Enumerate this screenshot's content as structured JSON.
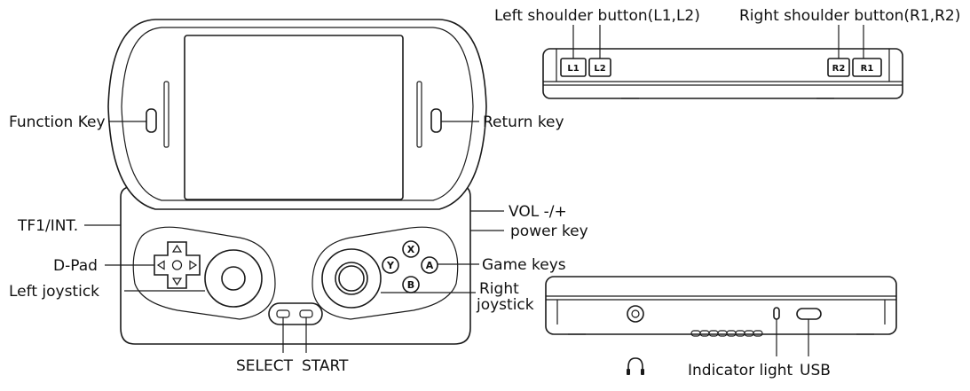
{
  "labels": {
    "function_key": "Function Key",
    "return_key": "Return key",
    "tf1_int": "TF1/INT.",
    "vol": "VOL -/+",
    "power_key": "power key",
    "dpad": "D-Pad",
    "game_keys": "Game keys",
    "left_joystick": "Left joystick",
    "right_joystick_line1": "Right",
    "right_joystick_line2": "joystick",
    "select": "SELECT",
    "start": "START",
    "left_shoulder": "Left shoulder button(L1,L2)",
    "right_shoulder": "Right shoulder button(R1,R2)",
    "indicator_light": "Indicator light",
    "usb": "USB"
  },
  "shoulder_buttons": {
    "l1": "L1",
    "l2": "L2",
    "r2": "R2",
    "r1": "R1"
  },
  "face_buttons": {
    "x": "X",
    "y": "Y",
    "a": "A",
    "b": "B"
  },
  "icons": {
    "headphone": "headphone-icon"
  }
}
